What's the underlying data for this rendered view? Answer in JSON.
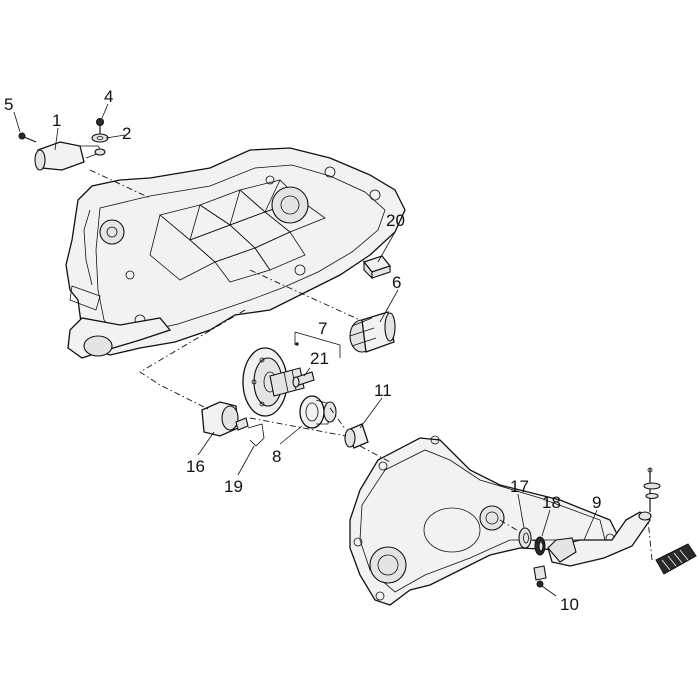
{
  "diagram": {
    "callouts": [
      {
        "id": "c1",
        "label": "1"
      },
      {
        "id": "c2",
        "label": "2"
      },
      {
        "id": "c4",
        "label": "4"
      },
      {
        "id": "c5",
        "label": "5"
      },
      {
        "id": "c6",
        "label": "6"
      },
      {
        "id": "c7",
        "label": "7"
      },
      {
        "id": "c8",
        "label": "8"
      },
      {
        "id": "c9",
        "label": "9"
      },
      {
        "id": "c10",
        "label": "10"
      },
      {
        "id": "c11",
        "label": "11"
      },
      {
        "id": "c16",
        "label": "16"
      },
      {
        "id": "c17",
        "label": "17"
      },
      {
        "id": "c18",
        "label": "18"
      },
      {
        "id": "c19",
        "label": "19"
      },
      {
        "id": "c20",
        "label": "20"
      },
      {
        "id": "c21",
        "label": "21"
      }
    ]
  }
}
